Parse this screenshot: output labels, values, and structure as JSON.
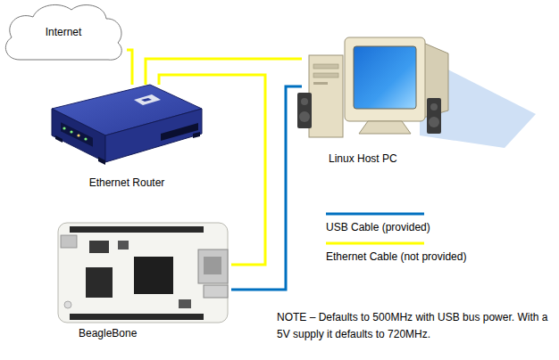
{
  "diagram": {
    "nodes": [
      {
        "text": [
          "Internet"
        ]
      },
      {
        "text": [
          "Ethernet Router"
        ]
      },
      {
        "text": [
          "Linux Host PC"
        ]
      },
      {
        "text": [
          "BeagleBone"
        ]
      }
    ],
    "edges": [
      {
        "from": 0,
        "to": 1,
        "arrow": "none"
      },
      {
        "from": 1,
        "to": 2,
        "arrow": "none"
      },
      {
        "from": 1,
        "to": 3,
        "arrow": "none"
      },
      {
        "from": 2,
        "to": 3,
        "arrow": "none"
      }
    ],
    "labels": [
      "NOTE – Defaults to 500MHz with USB bus power. With a 5V supply it defaults to 720MHz."
    ],
    "legend": [
      {
        "text": "USB Cable (provided)"
      },
      {
        "text": "Ethernet Cable (not provided)"
      }
    ]
  }
}
